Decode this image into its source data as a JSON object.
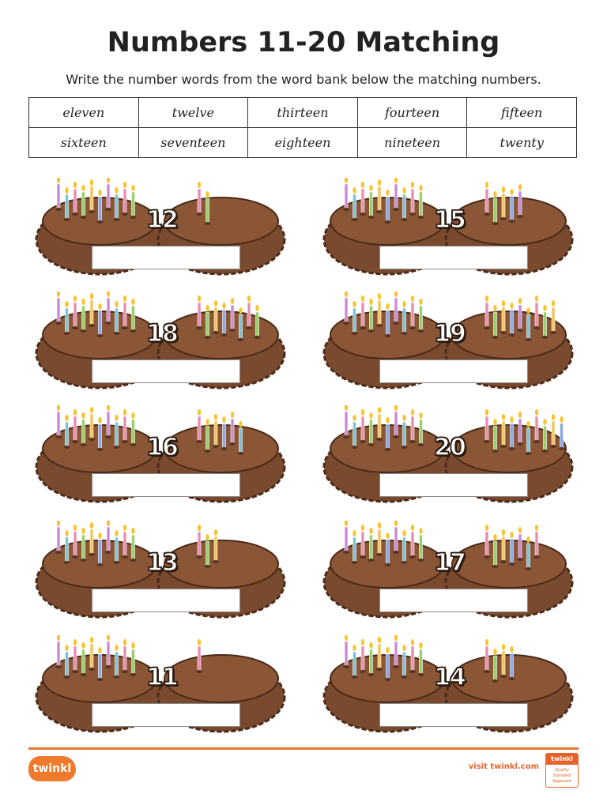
{
  "title": "Numbers 11-20 Matching",
  "instruction": "Write the number words from the word bank below the matching numbers.",
  "word_bank": [
    [
      "eleven",
      "twelve",
      "thirteen",
      "fourteen",
      "fifteen"
    ],
    [
      "sixteen",
      "seventeen",
      "eighteen",
      "nineteen",
      "twenty"
    ]
  ],
  "items": [
    {
      "number": "12",
      "candles": 12,
      "answer": ""
    },
    {
      "number": "15",
      "candles": 15,
      "answer": ""
    },
    {
      "number": "18",
      "candles": 18,
      "answer": ""
    },
    {
      "number": "19",
      "candles": 19,
      "answer": ""
    },
    {
      "number": "16",
      "candles": 16,
      "answer": ""
    },
    {
      "number": "20",
      "candles": 20,
      "answer": ""
    },
    {
      "number": "13",
      "candles": 13,
      "answer": ""
    },
    {
      "number": "17",
      "candles": 17,
      "answer": ""
    },
    {
      "number": "11",
      "candles": 11,
      "answer": ""
    },
    {
      "number": "14",
      "candles": 14,
      "answer": ""
    }
  ],
  "footer": {
    "logo_text": "twinkl",
    "visit_text": "visit twinkl.com",
    "badge_top": "twinkl",
    "badge_text": "Quality Standard Approved"
  },
  "colors": {
    "accent": "#ee7633",
    "cake_body": "#7a4a2e",
    "cake_top": "#8b5636",
    "cake_edge": "#4a2a18"
  }
}
